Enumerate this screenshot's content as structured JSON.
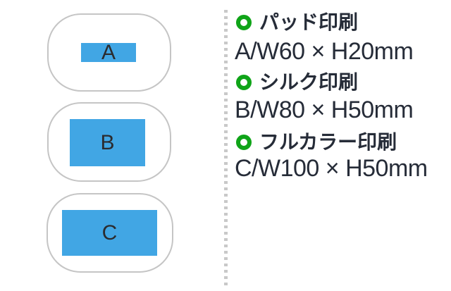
{
  "page": {
    "background": "#ffffff",
    "description_visible_content": "print-area specification diagram"
  },
  "colors": {
    "text_dark": "#262c38",
    "bullet_green": "#0fa418",
    "print_zone_blue": "#41a6e4",
    "outline_gray": "#c5c5c5",
    "divider_dot_gray": "#c9c9c9"
  },
  "diagram": {
    "zones": [
      {
        "label": "A"
      },
      {
        "label": "B"
      },
      {
        "label": "C"
      }
    ]
  },
  "specs": [
    {
      "method": "パッド印刷",
      "dimension": "A/W60 × H20mm"
    },
    {
      "method": "シルク印刷",
      "dimension": "B/W80 × H50mm"
    },
    {
      "method": "フルカラー印刷",
      "dimension": "C/W100 × H50mm"
    }
  ]
}
